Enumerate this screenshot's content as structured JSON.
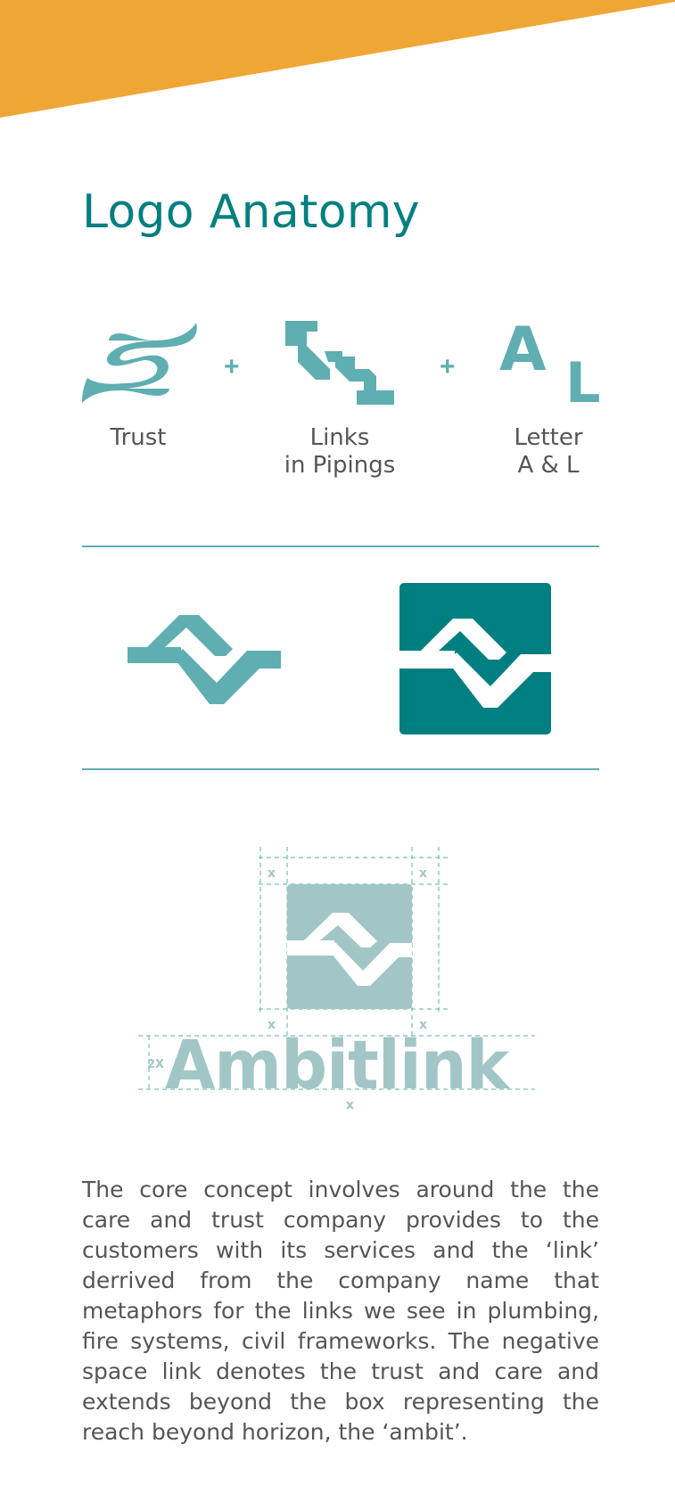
{
  "page": {
    "title": "Logo Anatomy",
    "brand_name": "Ambitlink",
    "body_text": "The core concept involves around  the the care and trust company provides to the customers with its services and the ‘link’ derrived from the company name that metaphors for the links we see in plumbing, fire systems, civil frameworks. The negative space link denotes the trust and care and extends beyond the box representing the reach beyond horizon, the ‘ambit’."
  },
  "anatomy": {
    "plus_symbol": "+",
    "items": [
      {
        "icon": "hands-icon",
        "label_line1": "Trust",
        "label_line2": ""
      },
      {
        "icon": "pipe-links-icon",
        "label_line1": "Links",
        "label_line2": "in Pipings"
      },
      {
        "icon": "letters-al-icon",
        "label_line1": "Letter",
        "label_line2": "A & L",
        "glyph_a": "A",
        "glyph_l": "L"
      }
    ]
  },
  "construction": {
    "unit": "x",
    "double_unit": "2X",
    "wordmark": "Ambitlink"
  },
  "colors": {
    "accent_orange": "#EFA634",
    "teal_dark": "#007F80",
    "teal_mid": "#5FAEB1",
    "teal_light": "#A2C6C6",
    "text_gray": "#555555"
  }
}
